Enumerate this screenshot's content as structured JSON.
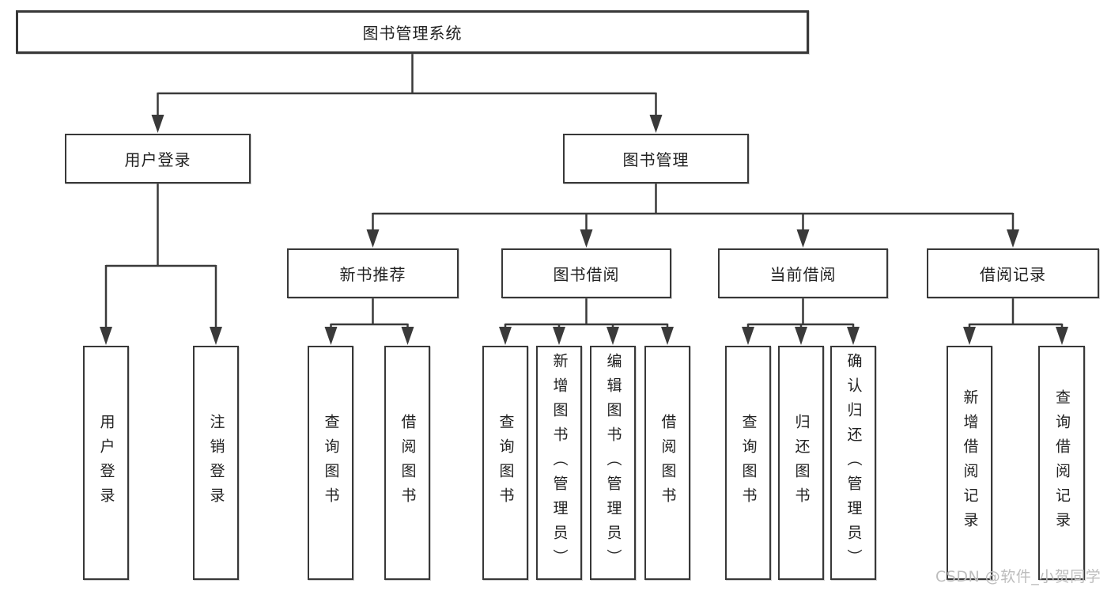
{
  "diagram_type": "hierarchy-tree",
  "root": {
    "label": "图书管理系统"
  },
  "level2": [
    {
      "label": "用户登录",
      "children": [
        {
          "label": "用户登录"
        },
        {
          "label": "注销登录"
        }
      ]
    },
    {
      "label": "图书管理",
      "children": [
        {
          "label": "新书推荐",
          "children": [
            {
              "label": "查询图书"
            },
            {
              "label": "借阅图书"
            }
          ]
        },
        {
          "label": "图书借阅",
          "children": [
            {
              "label": "查询图书"
            },
            {
              "label": "新增图书（管理员）"
            },
            {
              "label": "编辑图书（管理员）"
            },
            {
              "label": "借阅图书"
            }
          ]
        },
        {
          "label": "当前借阅",
          "children": [
            {
              "label": "查询图书"
            },
            {
              "label": "归还图书"
            },
            {
              "label": "确认归还（管理员）"
            }
          ]
        },
        {
          "label": "借阅记录",
          "children": [
            {
              "label": "新增借阅记录"
            },
            {
              "label": "查询借阅记录"
            }
          ]
        }
      ]
    }
  ],
  "watermark": {
    "text": "CSDN @软件_小贺同学"
  },
  "colors": {
    "line": "#3a3a3a",
    "box_border": "#383838",
    "text": "#222222",
    "watermark": "#bdbdbd",
    "background": "#ffffff"
  }
}
